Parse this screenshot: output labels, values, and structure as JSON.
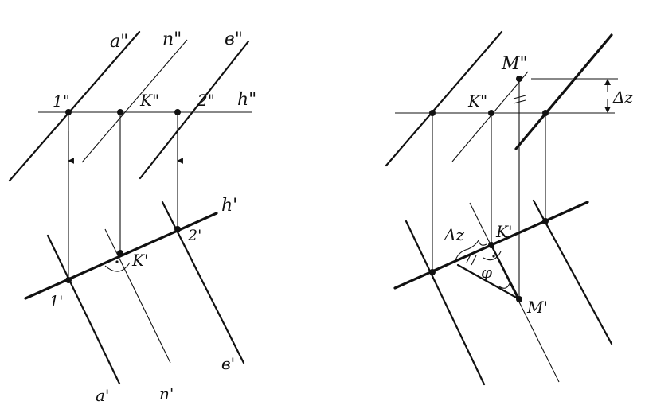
{
  "left_figure": {
    "labels": {
      "a_front": "a\"",
      "n_front": "n\"",
      "b_front": "в\"",
      "one_front": "1\"",
      "k_front": "K\"",
      "two_front": "2\"",
      "h_front": "h\"",
      "h_top": "h'",
      "two_top": "2'",
      "k_top": "K'",
      "one_top": "1'",
      "a_top": "a'",
      "n_top": "n'",
      "b_top": "в'"
    }
  },
  "right_figure": {
    "labels": {
      "m_front": "M\"",
      "dz_right": "Δz",
      "k_front": "K\"",
      "k_top": "K'",
      "dz_left": "Δz",
      "phi": "φ",
      "m_top": "M'"
    }
  },
  "colors": {
    "ink": "#111111",
    "background": "#ffffff"
  }
}
